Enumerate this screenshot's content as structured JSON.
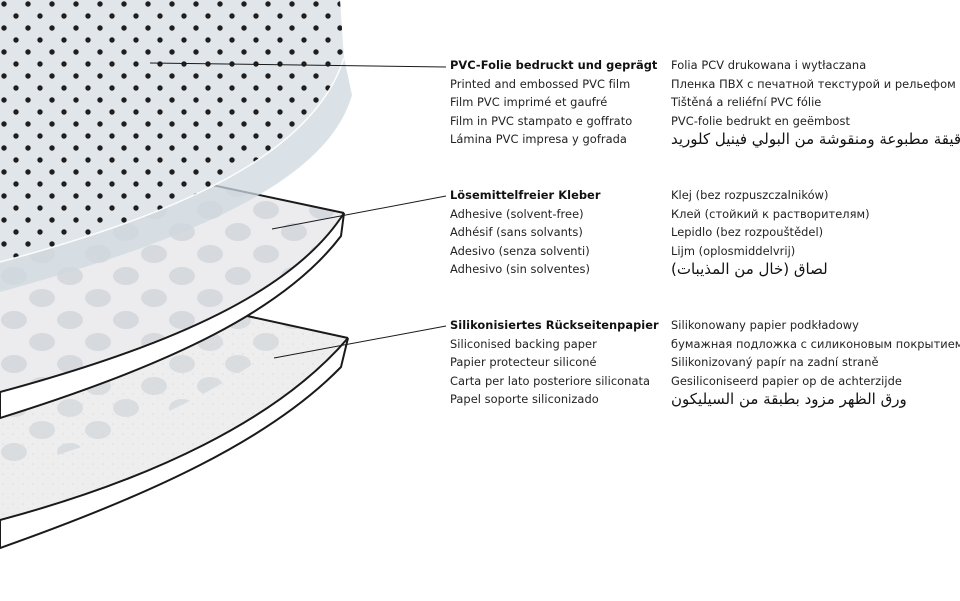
{
  "layers": [
    {
      "id": "pvc-film",
      "left": [
        "PVC-Folie bedruckt und geprägt",
        "Printed and embossed PVC film",
        "Film PVC imprimé et gaufré",
        "Film in PVC stampato e goffrato",
        "Lámina PVC impresa y gofrada"
      ],
      "right": [
        "Folia PCV drukowana i wytłaczana",
        "Пленка ПВХ с печатной текстурой и рельефом",
        "Tištěná a reliéfní PVC fólie",
        "PVC-folie bedrukt en geëmbost",
        "رقيقة مطبوعة ومنقوشة من البولي فينيل كلوريد"
      ]
    },
    {
      "id": "adhesive",
      "left": [
        "Lösemittelfreier Kleber",
        "Adhesive (solvent-free)",
        "Adhésif (sans solvants)",
        "Adesivo (senza solventi)",
        "Adhesivo (sin solventes)"
      ],
      "right": [
        "Klej (bez rozpuszczalników)",
        "Клей (стойкий к растворителям)",
        "Lepidlo (bez rozpouštědel)",
        "Lijm (oplosmiddelvrij)",
        "لصاق (خال من المذيبات)"
      ]
    },
    {
      "id": "backing-paper",
      "left": [
        "Silikonisiertes Rückseitenpapier",
        "Siliconised backing paper",
        "Papier protecteur siliconé",
        "Carta per lato posteriore siliconata",
        "Papel soporte siliconizado"
      ],
      "right": [
        "Silikonowany papier podkładowy",
        "бумажная подложка с силиконовым покрытием",
        "Silikonizovaný papír na zadní straně",
        "Gesiliconiseerd papier op de achterzijde",
        "ورق الظهر مزود بطبقة من السيليكون"
      ]
    }
  ],
  "colors": {
    "outline": "#1a1a1a",
    "film": "#dfe5ea",
    "film_edge": "#c9d3db",
    "dots": "#1e1e1e",
    "adhesive": "#e9eaec",
    "adhesive_spots": "#d0d3d7",
    "paper": "#f1f1f1"
  }
}
